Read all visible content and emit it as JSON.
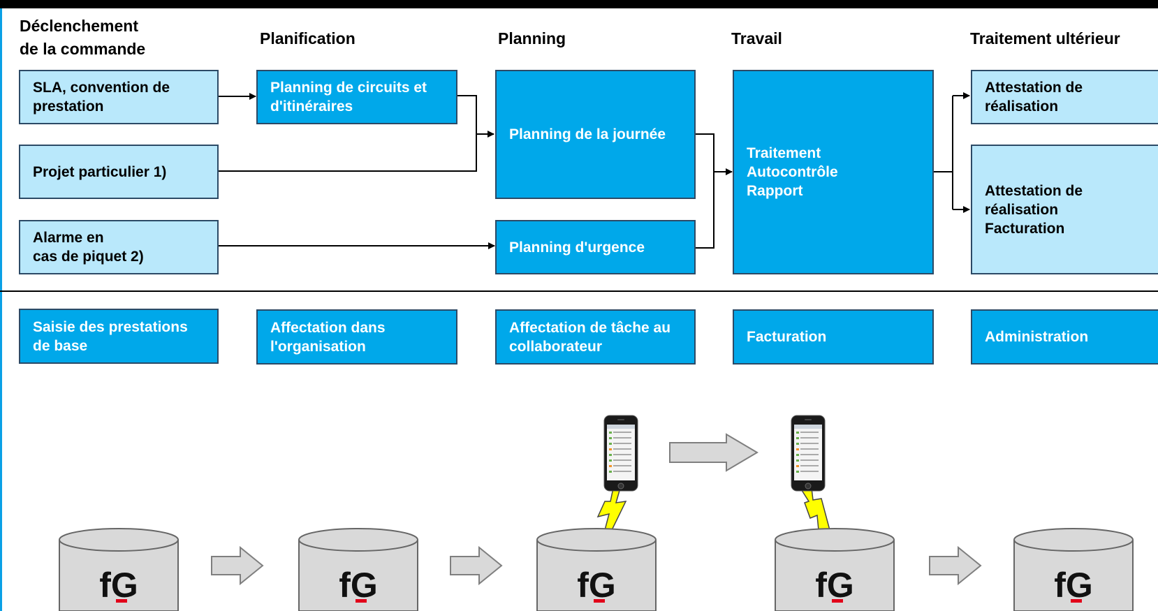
{
  "headers": {
    "col1": "Déclenchement\nde la commande",
    "col2": "Planification",
    "col3": "Planning",
    "col4": "Travail",
    "col5": "Traitement ultérieur"
  },
  "process_boxes": {
    "sla": "SLA, convention de\nprestation",
    "projet": "Projet particulier 1)",
    "alarme": "Alarme en\ncas de piquet 2)",
    "circuits": "Planning de circuits et\nd'itinéraires",
    "journee": "Planning de la journée",
    "urgence": "Planning d'urgence",
    "traitement": "Traitement\nAutocontrôle\nRapport",
    "attestation1": "Attestation de\nréalisation",
    "attestation2": "Attestation de\nréalisation\nFacturation"
  },
  "function_boxes": {
    "saisie": "Saisie des prestations\nde base",
    "affectation_org": "Affectation dans\nl'organisation",
    "affectation_collab": "Affectation de tâche au\ncollaborateur",
    "facturation": "Facturation",
    "administration": "Administration"
  },
  "db_logo": "fG",
  "icons": [
    "database-icon",
    "smartphone-icon",
    "lightning-icon",
    "right-arrow-icon"
  ],
  "colors": {
    "dark_blue_box": "#00a8ea",
    "light_blue_box": "#b9e8fb",
    "box_border": "#2c4a66",
    "frame_accent": "#0aa0e6",
    "logo_red": "#e2001a",
    "db_fill": "#d9d9d9",
    "bolt": "#ffff00"
  }
}
